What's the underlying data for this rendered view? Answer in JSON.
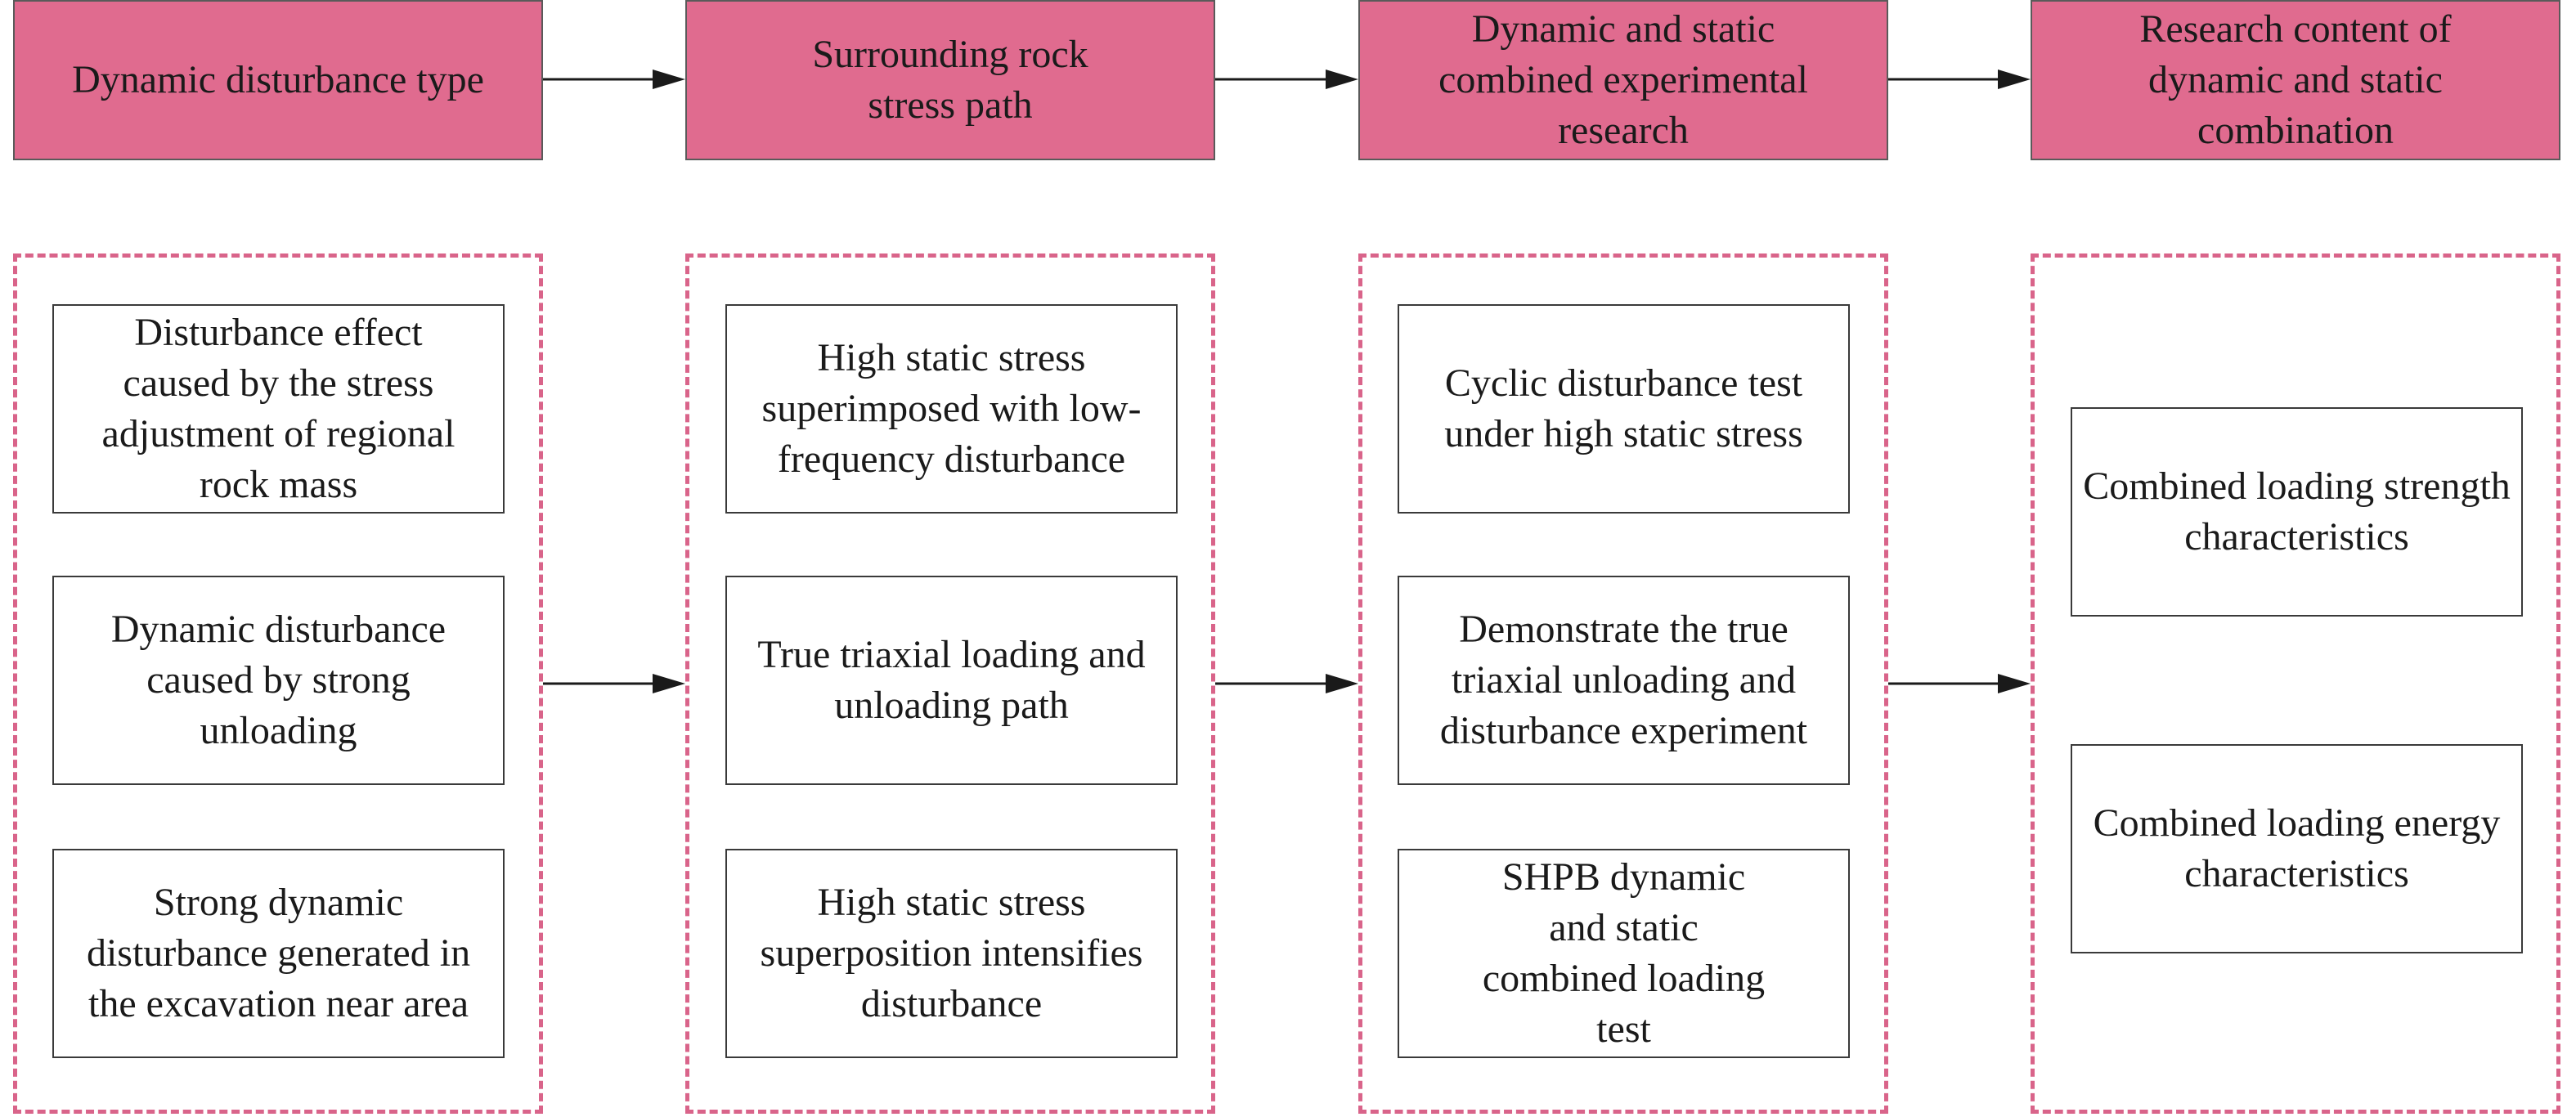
{
  "headers": [
    "Dynamic disturbance type",
    "Surrounding rock stress path",
    "Dynamic and static combined experimental research",
    "Research content of dynamic and static combination"
  ],
  "columns": [
    {
      "items": [
        "Disturbance effect caused by the stress adjustment of regional rock mass",
        "Dynamic disturbance caused by strong unloading",
        "Strong dynamic disturbance generated in the excavation near area"
      ]
    },
    {
      "items": [
        "High static stress superimposed with low-frequency disturbance",
        "True triaxial loading and unloading path",
        "High static stress superposition intensifies disturbance"
      ]
    },
    {
      "items": [
        "Cyclic disturbance test under high static stress",
        "Demonstrate the true triaxial unloading and disturbance experiment",
        "SHPB dynamic and static combined loading test"
      ]
    },
    {
      "items": [
        "Combined loading strength characteristics",
        "Combined loading energy characteristics"
      ]
    }
  ],
  "colors": {
    "header_fill": "#e06b8f",
    "dashed_border": "#d9648a",
    "arrow": "#1a1a1a"
  }
}
